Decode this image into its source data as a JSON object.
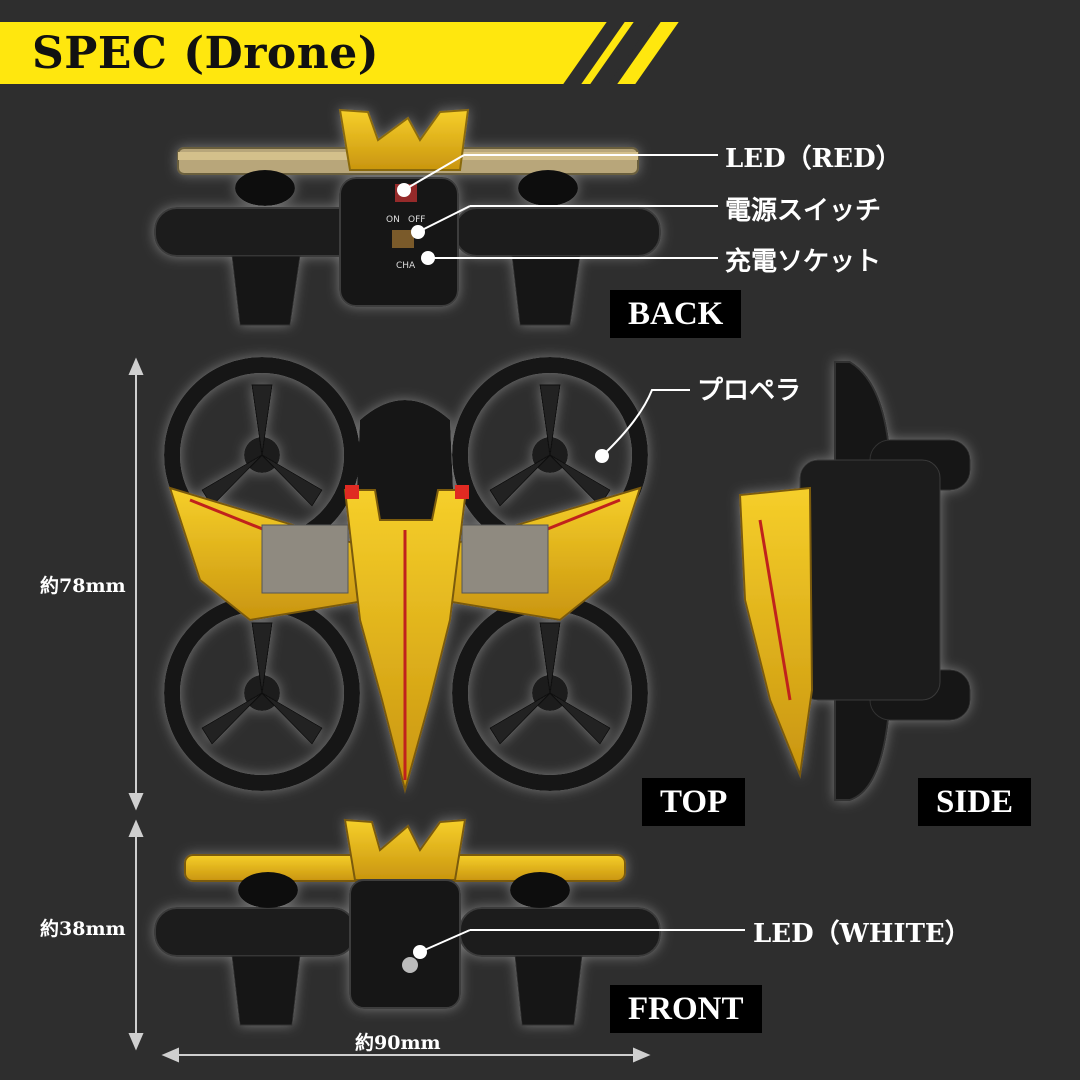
{
  "header": {
    "title": "SPEC (Drone)"
  },
  "views": {
    "back": "BACK",
    "top": "TOP",
    "side": "SIDE",
    "front": "FRONT"
  },
  "callouts": {
    "led_red": "LED（RED）",
    "power_switch": "電源スイッチ",
    "charge_socket": "充電ソケット",
    "propeller": "プロペラ",
    "led_white": "LED（WHITE）"
  },
  "switch_labels": {
    "on": "ON",
    "off": "OFF",
    "cha": "CHA"
  },
  "dimensions": {
    "height_top": "約78mm",
    "height_front": "約38mm",
    "width": "約90mm"
  },
  "colors": {
    "background": "#2e2e2e",
    "accent": "#ffe70e",
    "body_yellow": "#e8b81a",
    "frame_black": "#141414"
  }
}
